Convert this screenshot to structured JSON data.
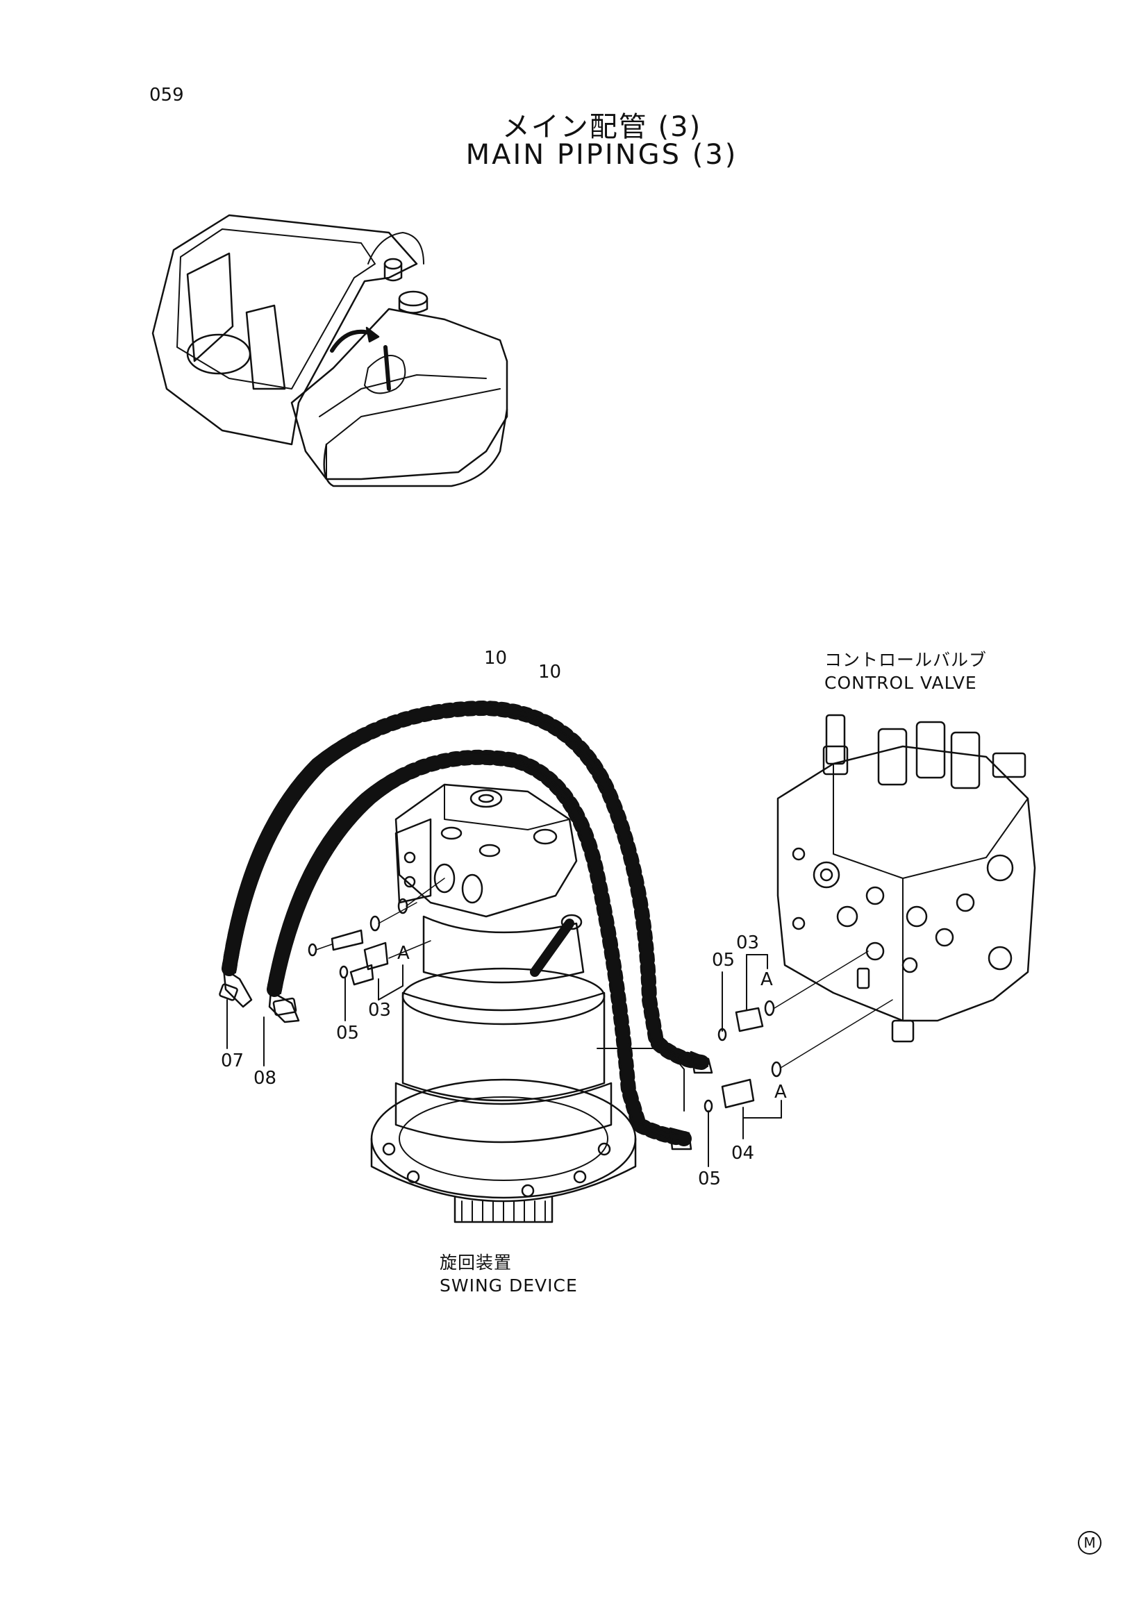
{
  "page_number": "059",
  "title_ja": "メイン配管 (3)",
  "title_en": "MAIN PIPINGS (3)",
  "components": {
    "control_valve_ja": "コントロールバルブ",
    "control_valve_en": "CONTROL VALVE",
    "swing_device_ja": "旋回装置",
    "swing_device_en": "SWING DEVICE"
  },
  "callouts": {
    "hose_a": "10",
    "hose_b": "10",
    "elbow_07": "07",
    "elbow_08": "08",
    "oring_left": "05",
    "adapter_left": "03",
    "ref_left": "A",
    "oring_right_top": "05",
    "adapter_right_top": "03",
    "ref_right_top": "A",
    "oring_right_bottom": "05",
    "adapter_right_bottom": "04",
    "ref_right_bottom": "A"
  },
  "corner_mark": "M"
}
